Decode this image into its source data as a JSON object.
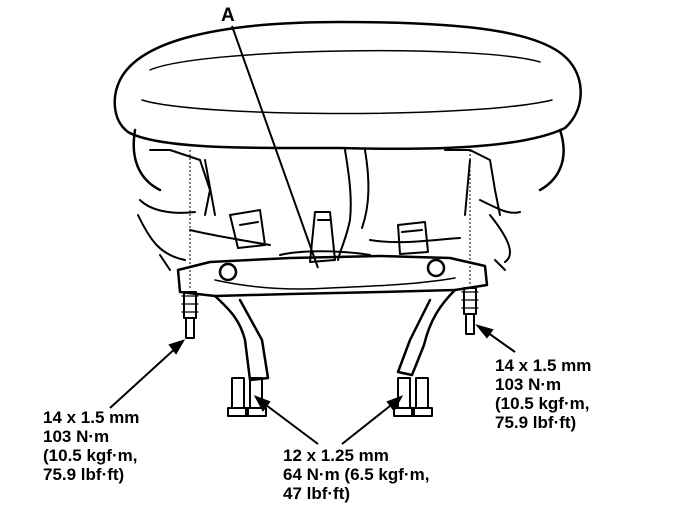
{
  "callout": {
    "letter": "A"
  },
  "specs": {
    "left": [
      "14 x 1.5 mm",
      "103 N·m",
      "(10.5 kgf·m,",
      "75.9 lbf·ft)"
    ],
    "right": [
      "14 x 1.5 mm",
      "103 N·m",
      "(10.5 kgf·m,",
      "75.9 lbf·ft)"
    ],
    "center": [
      "12 x 1.25 mm",
      "64 N·m (6.5 kgf·m,",
      "47 lbf·ft)"
    ]
  }
}
